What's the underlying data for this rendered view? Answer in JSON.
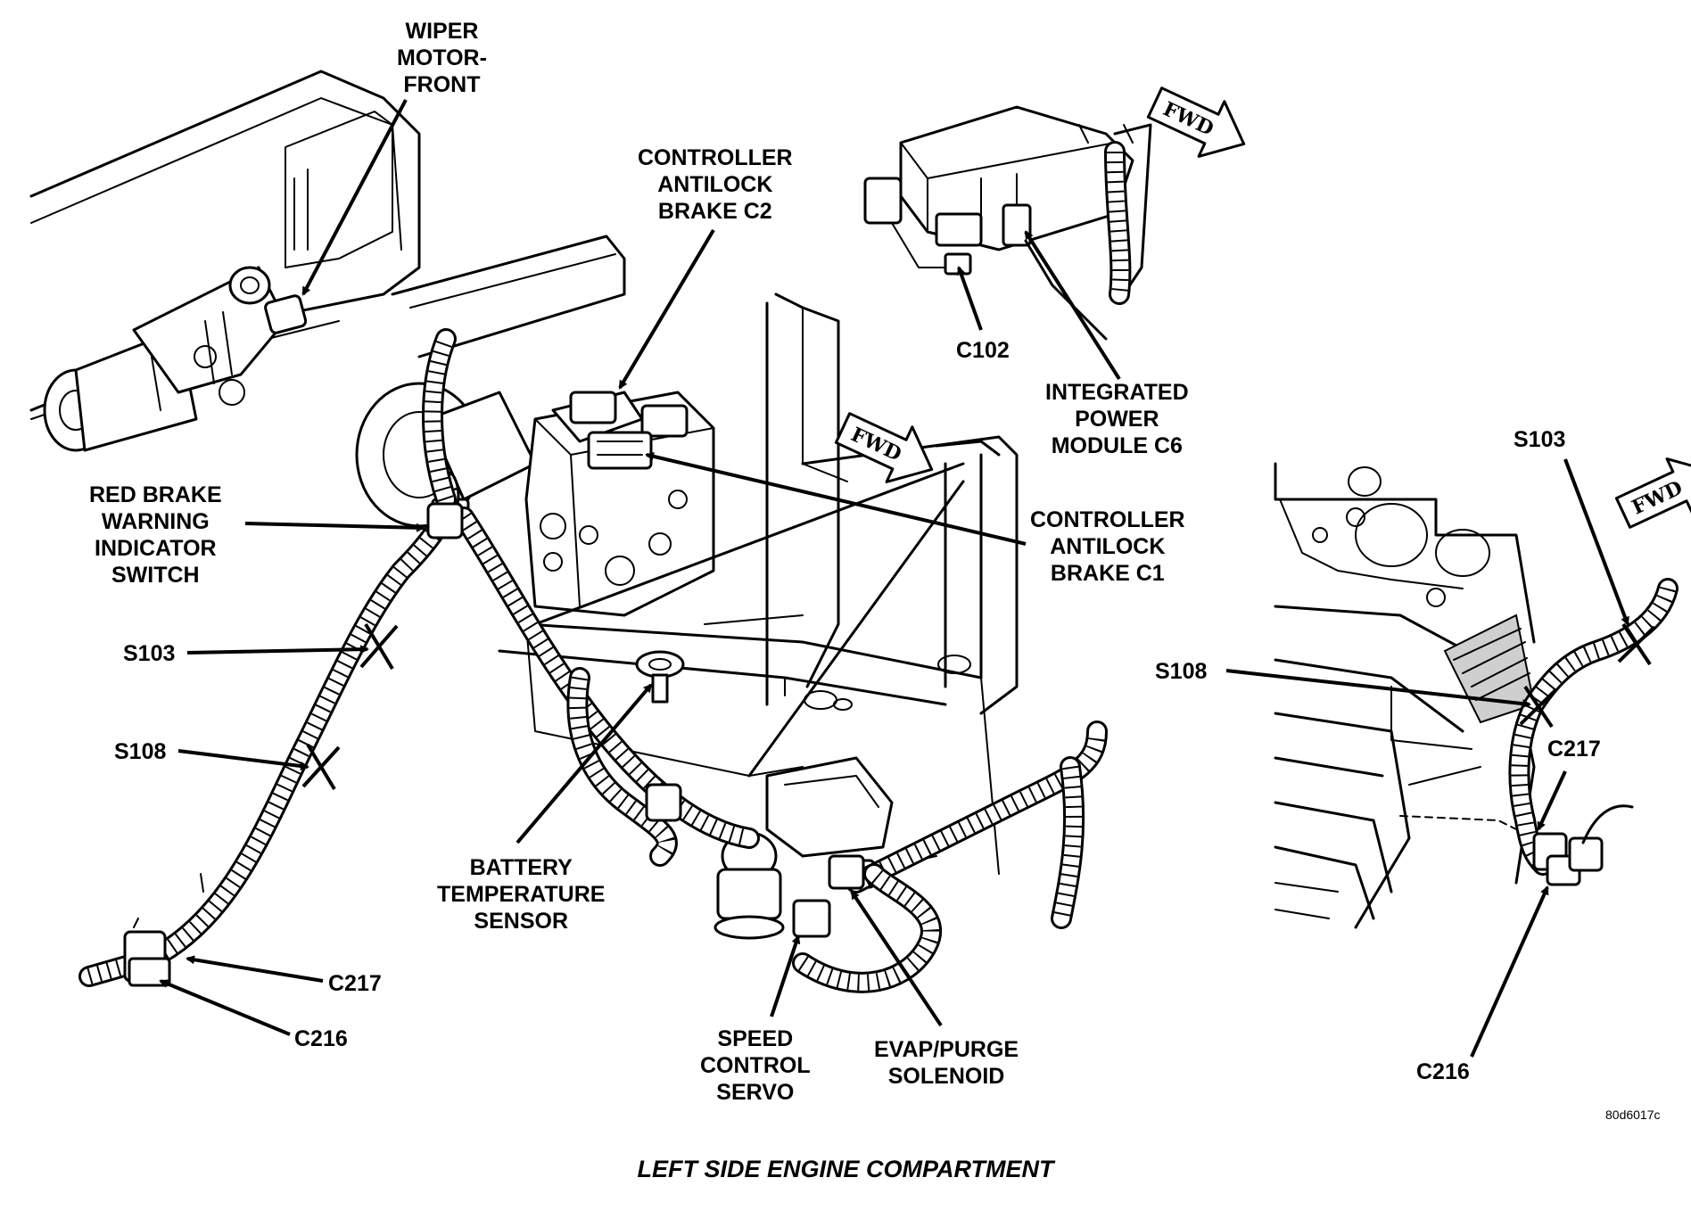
{
  "labels": {
    "wiper_motor": [
      "WIPER",
      "MOTOR-",
      "FRONT"
    ],
    "controller_c2": [
      "CONTROLLER",
      "ANTILOCK",
      "BRAKE C2"
    ],
    "c102": "C102",
    "integrated_power_module": [
      "INTEGRATED",
      "POWER",
      "MODULE C6"
    ],
    "red_brake_switch": [
      "RED BRAKE",
      "WARNING",
      "INDICATOR",
      "SWITCH"
    ],
    "controller_c1": [
      "CONTROLLER",
      "ANTILOCK",
      "BRAKE C1"
    ],
    "s103_left": "S103",
    "s108_left": "S108",
    "c217_left": "C217",
    "c216_left": "C216",
    "battery_temp_sensor": [
      "BATTERY",
      "TEMPERATURE",
      "SENSOR"
    ],
    "speed_control_servo": [
      "SPEED",
      "CONTROL",
      "SERVO"
    ],
    "evap_purge_solenoid": [
      "EVAP/PURGE",
      "SOLENOID"
    ],
    "s103_right": "S103",
    "s108_right": "S108",
    "c217_right": "C217",
    "c216_right": "C216",
    "fwd": "FWD"
  },
  "figure_code": "80d6017c",
  "caption": "LEFT SIDE ENGINE COMPARTMENT"
}
